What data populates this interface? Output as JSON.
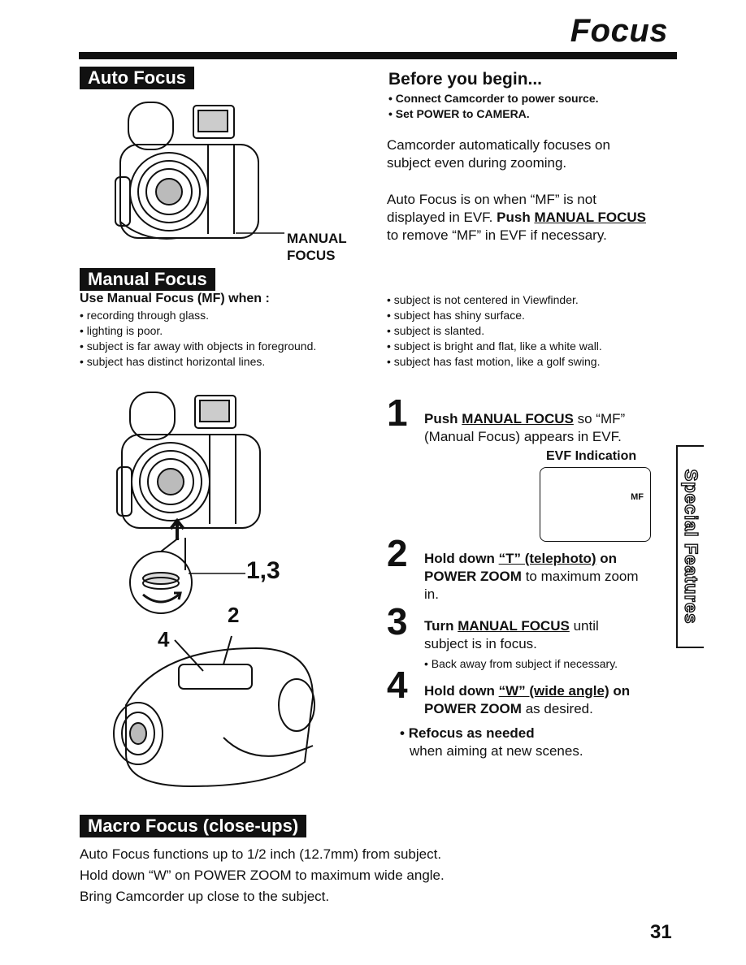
{
  "header": {
    "title": "Focus"
  },
  "auto_focus": {
    "banner": "Auto Focus",
    "callout": [
      "MANUAL",
      "FOCUS"
    ]
  },
  "before_begin": {
    "heading": "Before you begin...",
    "bullets": [
      "Connect Camcorder to power source.",
      "Set POWER to CAMERA."
    ],
    "para1": "Camcorder automatically focuses on subject even during zooming.",
    "para2_lines": [
      "Auto Focus is on when “MF” is not",
      "displayed in EVF.",
      "Push",
      "MANUAL FOCUS",
      "to remove “MF” in EVF if necessary."
    ]
  },
  "manual_focus": {
    "banner": "Manual Focus",
    "heading": "Use Manual Focus (MF) when :",
    "left_bullets": [
      "recording through glass.",
      "lighting is poor.",
      "subject is far away with objects in foreground.",
      "subject has distinct horizontal lines."
    ],
    "right_bullets": [
      "subject is not centered in Viewfinder.",
      "subject has shiny surface.",
      "subject is slanted.",
      "subject is bright and flat, like a white wall.",
      "subject has fast motion, like a golf swing."
    ],
    "callouts": {
      "c13": "1,3",
      "c2": "2",
      "c4": "4"
    }
  },
  "steps": [
    {
      "num": "1",
      "l1a": "Push",
      "l1b": "MANUAL FOCUS",
      "l1c": "so “MF”",
      "l2": "(Manual Focus) appears in EVF."
    },
    {
      "num": "2",
      "l1a": "Hold down",
      "l1b": "“T” (telephoto)",
      "l1c": "on",
      "l2a": "POWER ZOOM",
      "l2b": "to maximum zoom",
      "l3": "in."
    },
    {
      "num": "3",
      "l1a": "Turn",
      "l1b": "MANUAL FOCUS",
      "l1c": "until",
      "l2": "subject is in focus.",
      "note": "Back away from subject if necessary."
    },
    {
      "num": "4",
      "l1a": "Hold down",
      "l1b": "“W” (wide angle)",
      "l1c": "on",
      "l2a": "POWER ZOOM",
      "l2b": "as desired."
    }
  ],
  "evf": {
    "label": "EVF Indication",
    "mf": "MF"
  },
  "refocus": {
    "heading": "Refocus as needed",
    "text": "when aiming at new scenes."
  },
  "macro": {
    "banner": "Macro Focus (close-ups)",
    "lines": [
      "Auto Focus functions up to 1/2 inch (12.7mm) from subject.",
      "Hold down “W” on POWER ZOOM to maximum wide angle.",
      "Bring Camcorder up close to the subject."
    ]
  },
  "side_tab": "Special Features",
  "page_number": "31"
}
